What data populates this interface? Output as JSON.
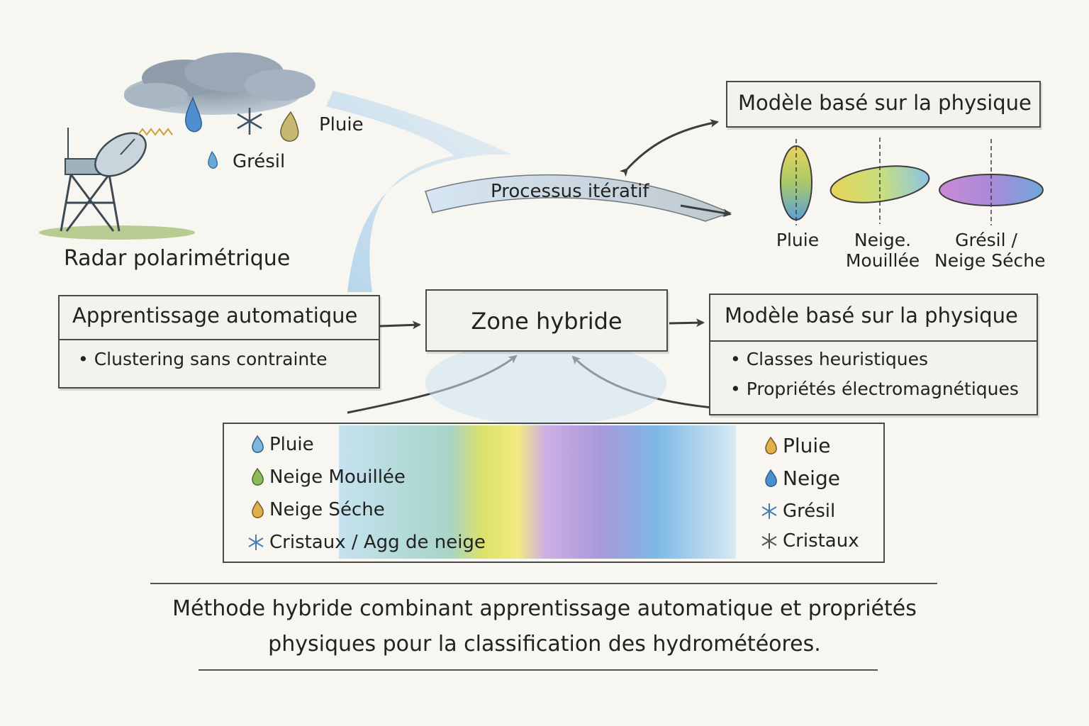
{
  "radar": {
    "label": "Radar polarimétrique",
    "labels": {
      "pluie": "Pluie",
      "gresil": "Grésil"
    }
  },
  "iterative": {
    "label": "Processus itératif"
  },
  "ml_box": {
    "title": "Apprentissage automatique",
    "bullets": [
      "Clustering sans contrainte"
    ]
  },
  "hybrid_box": {
    "title": "Zone hybride"
  },
  "physics_top": {
    "title": "Modèle basé sur la physique"
  },
  "particles": [
    {
      "label": "Pluie"
    },
    {
      "label_line1": "Neige.",
      "label_line2": "Mouillée"
    },
    {
      "label_line1": "Grésil /",
      "label_line2": "Neige Séche"
    }
  ],
  "physics_box": {
    "title": "Modèle basé sur la physique",
    "bullets": [
      "Classes heuristiques",
      "Propriétés électromagnétiques"
    ]
  },
  "legend": {
    "left": [
      {
        "label": "Pluie",
        "icon": "drop-icon",
        "color": "#7fb6d9"
      },
      {
        "label": "Neige Mouillée",
        "icon": "drop-icon",
        "color": "#8dbb5a"
      },
      {
        "label": "Neige Séche",
        "icon": "drop-icon",
        "color": "#e0b04a"
      },
      {
        "label": "Cristaux / Agg de neige",
        "icon": "snowflake-icon",
        "color": "#4a7db0"
      }
    ],
    "right": [
      {
        "label": "Pluie",
        "icon": "drop-icon",
        "color": "#e0b04a"
      },
      {
        "label": "Neige",
        "icon": "drop-icon",
        "color": "#4a8fd0"
      },
      {
        "label": "Grésil",
        "icon": "snowflake-icon",
        "color": "#4a7db0"
      },
      {
        "label": "Cristaux",
        "icon": "snowflake-icon",
        "color": "#555555"
      }
    ]
  },
  "caption": {
    "line1": "Méthode hybride combinant apprentissage automatique et propriétés",
    "line2": "physiques pour la classification des hydrométéores."
  }
}
